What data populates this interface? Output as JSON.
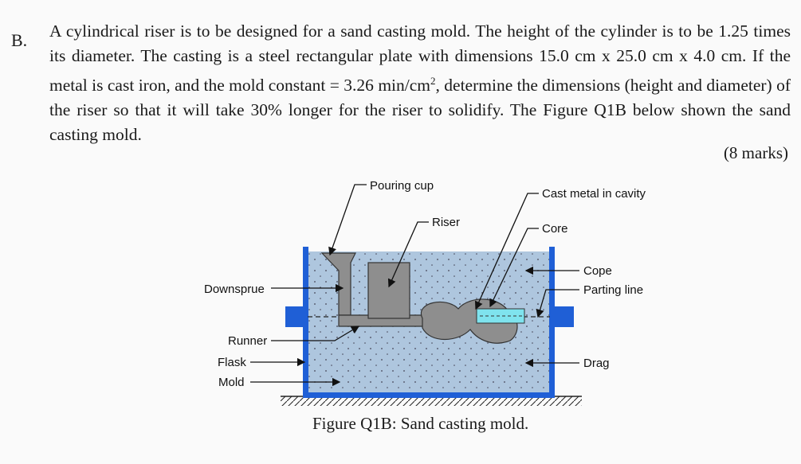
{
  "question": {
    "label": "B.",
    "text_before_sup": "A cylindrical riser is to be designed for a sand casting mold. The height of the cylinder is to be 1.25 times its diameter. The casting is a steel rectangular plate with dimensions 15.0 cm x 25.0 cm x 4.0 cm. If the metal is cast iron, and the mold constant = 3.26 min/cm",
    "superscript": "2",
    "text_after_sup": ", determine the dimensions (height and diameter) of the riser so that it will take 30% longer for the riser to solidify. The Figure Q1B below shown the sand casting mold.",
    "marks": "(8 marks)"
  },
  "figure": {
    "caption": "Figure Q1B: Sand casting mold.",
    "labels": {
      "pouring_cup": "Pouring cup",
      "cast_metal": "Cast metal in cavity",
      "riser": "Riser",
      "core": "Core",
      "downsprue": "Downsprue",
      "cope": "Cope",
      "parting_line": "Parting line",
      "runner": "Runner",
      "flask": "Flask",
      "drag": "Drag",
      "mold": "Mold"
    },
    "colors": {
      "sand": "#aec6de",
      "flask": "#1f5fd6",
      "metal": "#8e8e8e",
      "core": "#7fe3ee"
    }
  }
}
